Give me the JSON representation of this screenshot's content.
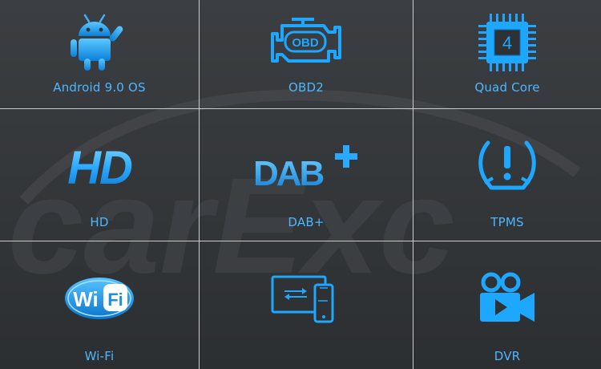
{
  "features": [
    {
      "icon": "android-icon",
      "label": "Android 9.0 OS"
    },
    {
      "icon": "obd-engine-icon",
      "label": "OBD2",
      "icon_text": "OBD"
    },
    {
      "icon": "cpu-chip-icon",
      "label": "Quad Core",
      "icon_text": "4"
    },
    {
      "icon": "hd-icon",
      "label": "HD",
      "icon_text": "HD"
    },
    {
      "icon": "dab-plus-icon",
      "label": "DAB+",
      "icon_text": "DAB"
    },
    {
      "icon": "tire-pressure-icon",
      "label": "TPMS"
    },
    {
      "icon": "wifi-logo-icon",
      "label": "Wi-Fi",
      "icon_text_1": "Wi",
      "icon_text_2": "Fi"
    },
    {
      "icon": "screen-mirroring-icon",
      "label": ""
    },
    {
      "icon": "video-camera-icon",
      "label": "DVR"
    }
  ],
  "watermark": "carExc",
  "colors": {
    "accent": "#1ea7ff",
    "label": "#4db6ff",
    "background": "#34373a",
    "divider": "#c9cbcd"
  }
}
